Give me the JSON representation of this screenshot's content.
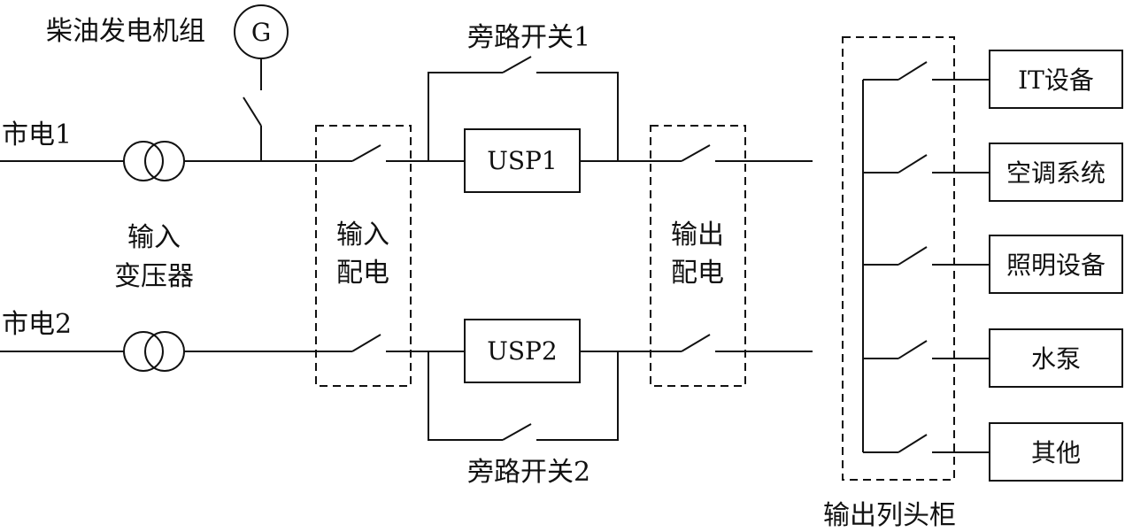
{
  "generator": {
    "label": "柴油发电机组",
    "symbol": "G"
  },
  "mains": {
    "line1": "市电1",
    "line2": "市电2"
  },
  "transformer": {
    "line1": "输入",
    "line2": "变压器"
  },
  "input_distribution": {
    "line1": "输入",
    "line2": "配电"
  },
  "output_distribution": {
    "line1": "输出",
    "line2": "配电"
  },
  "bypass": {
    "switch1": "旁路开关1",
    "switch2": "旁路开关2"
  },
  "ups": {
    "unit1": "USP1",
    "unit2": "USP2"
  },
  "output_cabinet": {
    "label": "输出列头柜"
  },
  "loads": [
    "IT设备",
    "空调系统",
    "照明设备",
    "水泵",
    "其他"
  ]
}
